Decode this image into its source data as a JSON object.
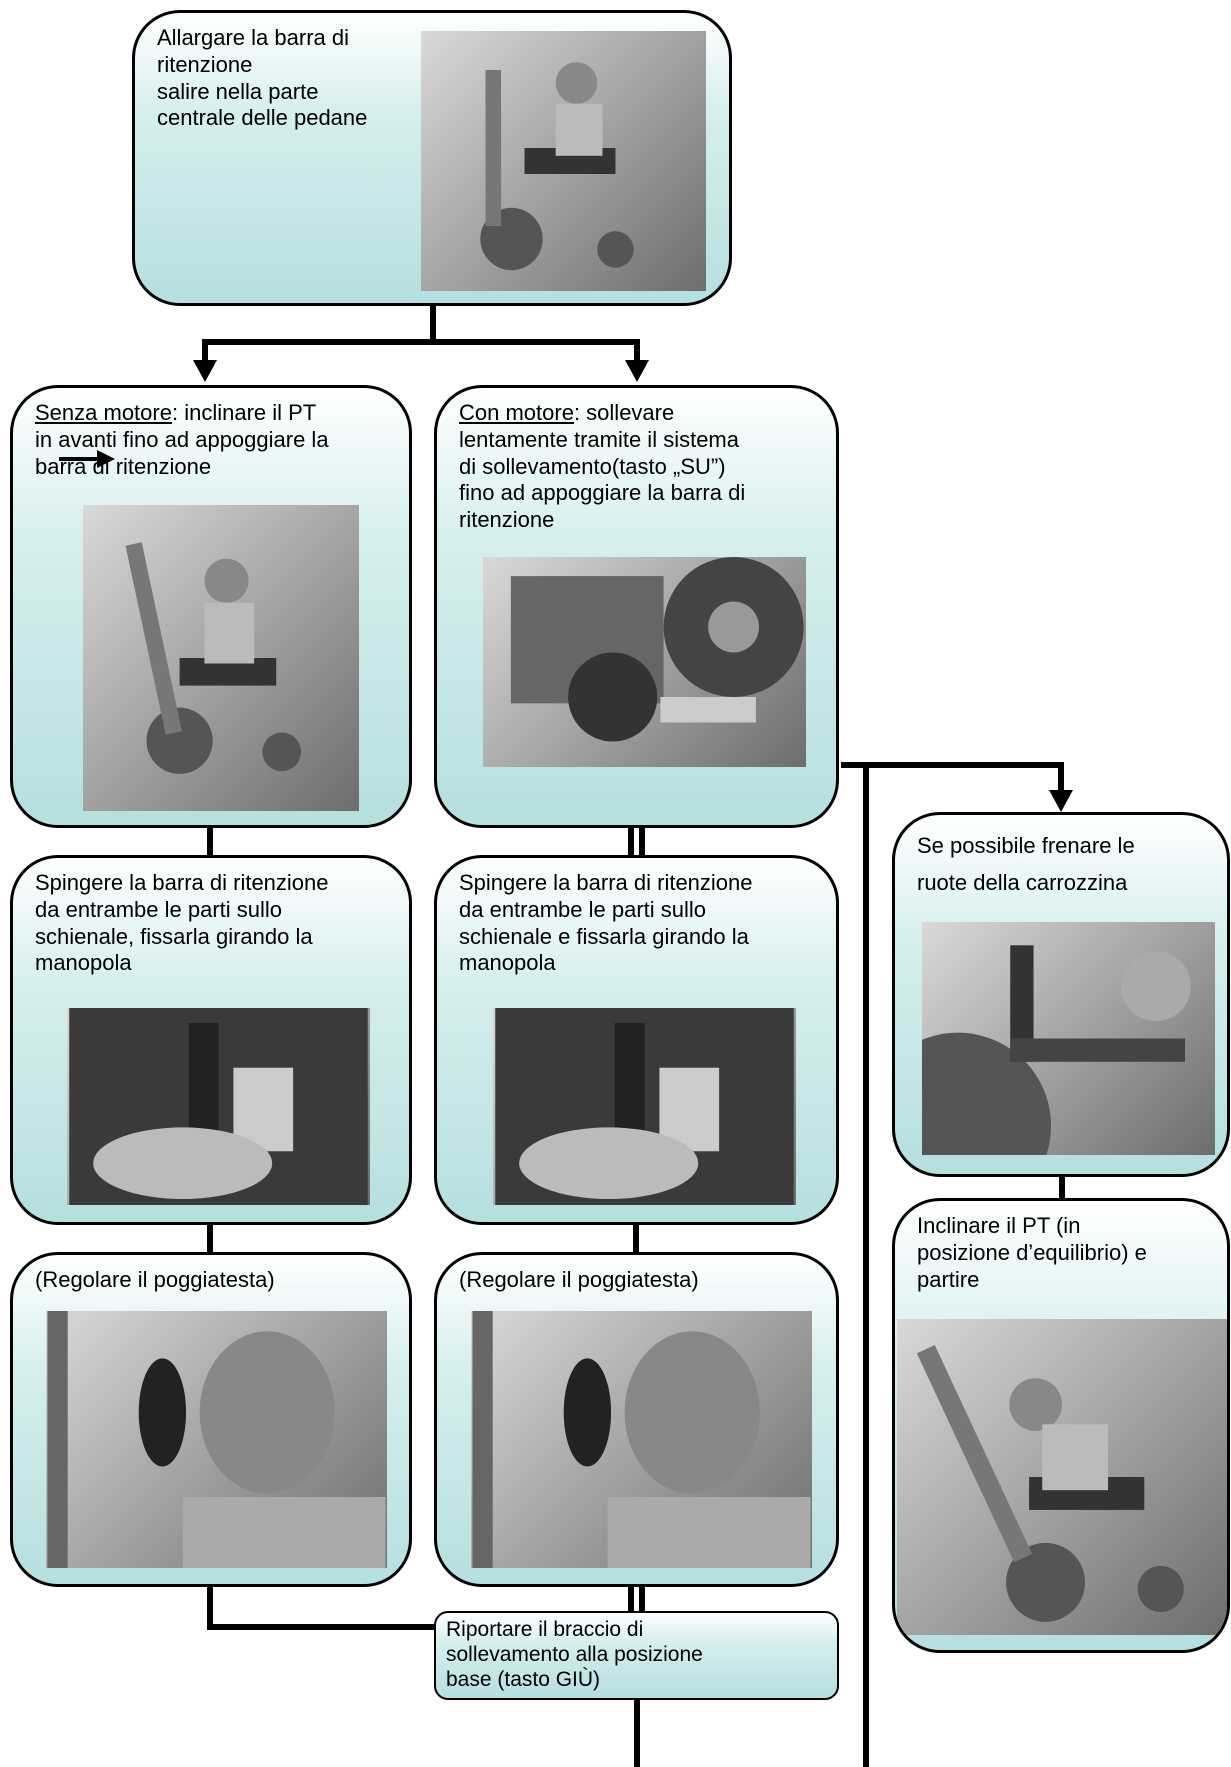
{
  "steps": {
    "start": {
      "text": "Allargare la barra di\nritenzione\nsalire nella parte\ncentrale delle pedane",
      "photo_icon": "wheelchair-user-photo"
    },
    "no_motor": {
      "label": "Senza motore",
      "text": ": inclinare il PT\nin avanti fino ad appoggiare la\nbarra di ritenzione",
      "photo_icon": "wheelchair-tilted-photo"
    },
    "motor": {
      "label": "Con motore",
      "text": ": sollevare\nlentamente tramite il sistema\ndi sollevamento(tasto „SU”)\nfino ad appoggiare la barra di\nritenzione",
      "photo_icon": "stairclimber-wheel-photo"
    },
    "brake": {
      "text": "Se possibile frenare le\nruote della carrozzina",
      "photo_icon": "wheel-brake-photo"
    },
    "push_left": {
      "text": "Spingere la barra di ritenzione\nda entrambe le parti sullo\nschienale, fissarla girando la\nmanopola",
      "photo_icon": "knob-turning-photo"
    },
    "push_right": {
      "text": "Spingere la barra di ritenzione\nda entrambe le parti sullo\nschienale e fissarla girando la\nmanopola",
      "photo_icon": "knob-turning-photo"
    },
    "tilt": {
      "text": "Inclinare il PT (in\nposizione d’equilibrio) e\npartire",
      "photo_icon": "wheelchair-tilted-photo"
    },
    "headrest_left": {
      "text": "(Regolare il poggiatesta)",
      "photo_icon": "headrest-photo"
    },
    "headrest_right": {
      "text": "(Regolare il poggiatesta)",
      "photo_icon": "headrest-photo"
    },
    "lower": {
      "text": "Riportare il braccio di\nsollevamento alla posizione\nbase (tasto GIÙ)"
    }
  }
}
